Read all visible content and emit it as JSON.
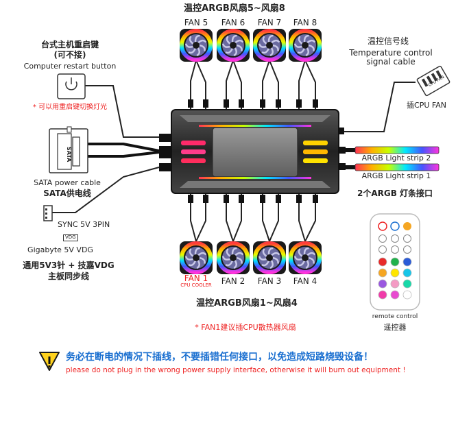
{
  "top_group_title": "温控ARGB风扇5~风扇8",
  "bottom_group_title": "温控ARGB风扇1~风扇4",
  "top_fans": [
    "FAN 5",
    "FAN 6",
    "FAN 7",
    "FAN 8"
  ],
  "bottom_fans": [
    "FAN 1",
    "FAN 2",
    "FAN 3",
    "FAN 4"
  ],
  "fan1_sub": "CPU COOLER",
  "fan1_note": "* FAN1建议插CPU散热器风扇",
  "restart": {
    "cn_title": "台式主机重启键",
    "cn_sub": "(可不接)",
    "en": "Computer restart button",
    "note": "* 可以用重启键切换灯光"
  },
  "sata": {
    "label_on_connector": "SATA",
    "en": "SATA power cable",
    "cn": "SATA供电线"
  },
  "sync": {
    "sync_label": "SYNC 5V 3PIN",
    "vdg_tag": "VDG",
    "gigabyte": "Gigabyte 5V VDG",
    "cn_line1": "通用5V3针 + 技嘉VDG",
    "cn_line2": "主板同步线"
  },
  "temp": {
    "cn": "温控信号线",
    "en_line1": "Temperature control",
    "en_line2": "signal cable",
    "plug": "插CPU FAN",
    "connector_text": "CPU FAN"
  },
  "strips": {
    "strip2": "ARGB Light strip 2",
    "strip1": "ARGB Light strip 1",
    "cn": "2个ARGB 灯条接口"
  },
  "remote": {
    "en": "remote control",
    "cn": "遥控器",
    "button_colors": [
      "#e82a2a",
      "#22b14c",
      "#2a5bd7",
      "#f5a623",
      "#ffe600",
      "#16c5e8",
      "#9a58e0",
      "#f49bc4",
      "#18d8a8",
      "#f03ca8",
      "#e84bd0",
      "#ffffff"
    ]
  },
  "warning": {
    "cn": "务必在断电的情况下插线，不要插错任何接口，以免造成短路烧毁设备！",
    "en": "please do not plug in the wrong power supply interface, otherwise it will burn out equipment !"
  },
  "colors": {
    "red": "#e22222",
    "blue": "#1a6fd0",
    "hub": "#2b2b2b"
  }
}
